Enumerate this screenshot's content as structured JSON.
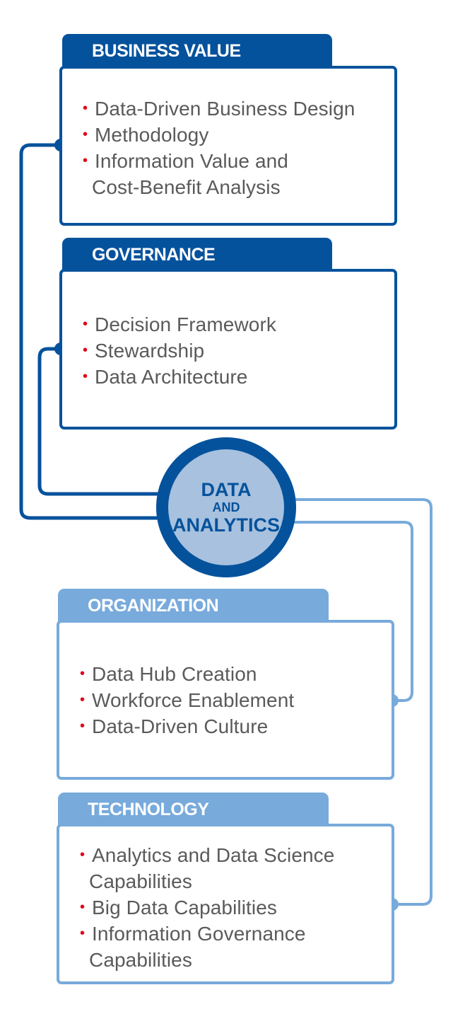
{
  "colors": {
    "dark_blue": "#05529c",
    "light_blue": "#78aadb",
    "hub_fill": "#a7c1de",
    "bullet_red": "#e2001a",
    "text_gray": "#5a5a5a"
  },
  "hub": {
    "line1": "DATA",
    "line2": "AND",
    "line3": "ANALYTICS"
  },
  "sections": {
    "business_value": {
      "title": "BUSINESS VALUE",
      "items": [
        "Data-Driven Business Design",
        "Methodology",
        "Information Value and",
        "Cost-Benefit Analysis"
      ]
    },
    "governance": {
      "title": "GOVERNANCE",
      "items": [
        "Decision Framework",
        "Stewardship",
        "Data Architecture"
      ]
    },
    "organization": {
      "title": "ORGANIZATION",
      "items": [
        "Data Hub Creation",
        "Workforce Enablement",
        "Data-Driven Culture"
      ]
    },
    "technology": {
      "title": "TECHNOLOGY",
      "items": [
        "Analytics and Data Science",
        "Capabilities",
        "Big Data Capabilities",
        "Information Governance",
        "Capabilities"
      ]
    }
  }
}
